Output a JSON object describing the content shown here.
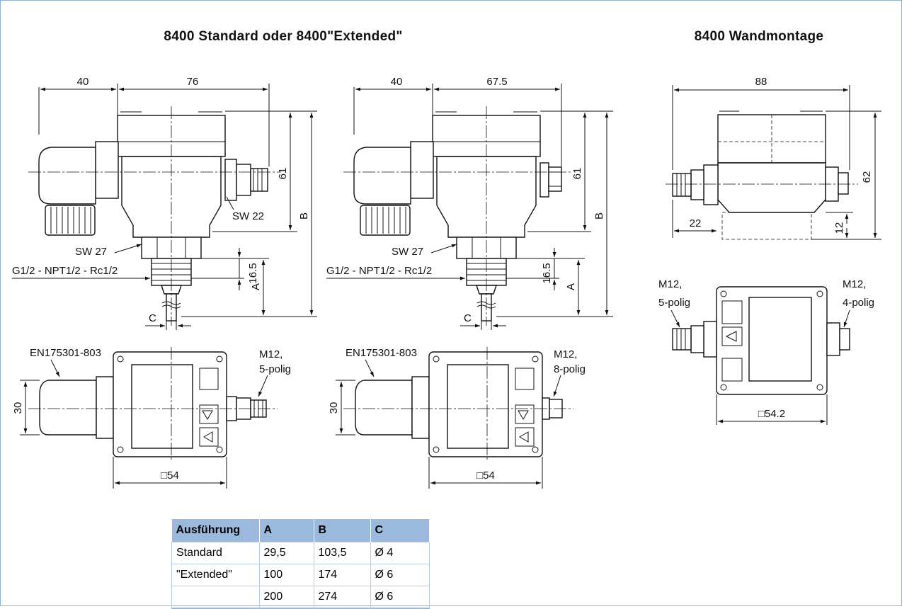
{
  "titles": {
    "left": "8400 Standard oder 8400\"Extended\"",
    "right": "8400 Wandmontage"
  },
  "view1": {
    "dim_connector": "40",
    "dim_body": "76",
    "dim_height": "61",
    "dim_total": "B",
    "dim_thread": "16.5",
    "dim_insert": "A",
    "dim_probe": "C",
    "wrench_body": "SW 22",
    "wrench_nut": "SW 27",
    "thread": "G1/2 - NPT1/2 - Rc1/2"
  },
  "view2": {
    "dim_connector": "40",
    "dim_body": "67.5",
    "dim_height": "61",
    "dim_total": "B",
    "dim_thread": "16.5",
    "dim_insert": "A",
    "dim_probe": "C",
    "wrench_nut": "SW 27",
    "thread": "G1/2 - NPT1/2 - Rc1/2"
  },
  "top1": {
    "connector_std": "EN175301-803",
    "connector_m12_a": "M12,",
    "connector_m12_b": "5-polig",
    "dim_conn": "30",
    "dim_square": "□54"
  },
  "top2": {
    "connector_std": "EN175301-803",
    "connector_m12_a": "M12,",
    "connector_m12_b": "8-polig",
    "dim_conn": "30",
    "dim_square": "□54"
  },
  "wall": {
    "dim_width": "88",
    "dim_height": "62",
    "dim_left": "22",
    "dim_bottom": "12",
    "m12_left_a": "M12,",
    "m12_left_b": "5-polig",
    "m12_right_a": "M12,",
    "m12_right_b": "4-polig",
    "dim_square": "□54.2"
  },
  "table": {
    "headers": [
      "Ausführung",
      "A",
      "B",
      "C"
    ],
    "rows": [
      [
        "Standard",
        "29,5",
        "103,5",
        "Ø 4"
      ],
      [
        "\"Extended\"",
        "100",
        "174",
        "Ø 6"
      ],
      [
        "",
        "200",
        "274",
        "Ø 6"
      ]
    ]
  }
}
